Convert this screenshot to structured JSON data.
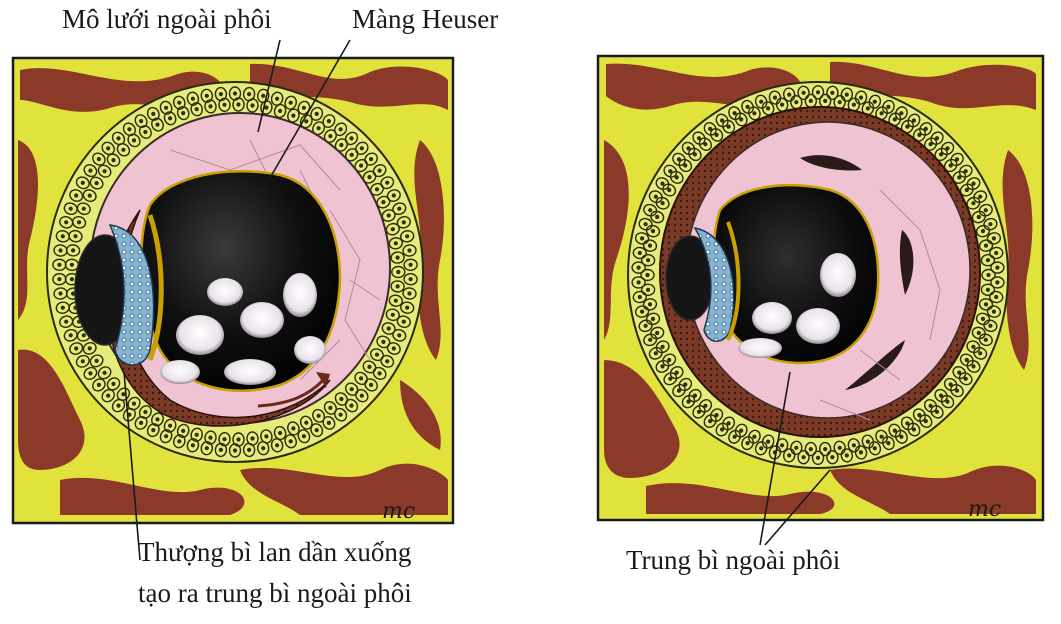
{
  "labels": {
    "extraembryonic_reticulum": "Mô lưới ngoài phôi",
    "heuser_membrane": "Màng Heuser",
    "epiblast_spreading_line1": "Thượng bì lan dần xuống",
    "epiblast_spreading_line2": "tạo ra trung bì ngoài phôi",
    "extraembryonic_mesoderm": "Trung bì ngoài phôi"
  },
  "signatures": {
    "left": "mc",
    "right": "mc"
  },
  "colors": {
    "background": "#ffffff",
    "stroma_yellow": "#e2e23c",
    "vessel_brown": "#8b3a2a",
    "cell_ring": "#e6ec7a",
    "reticulum_pink": "#efc3d2",
    "cavity_dark": "#0e0e0e",
    "epiblast_blue": "#8fb9d6",
    "frame_black": "#1a1a1a"
  }
}
